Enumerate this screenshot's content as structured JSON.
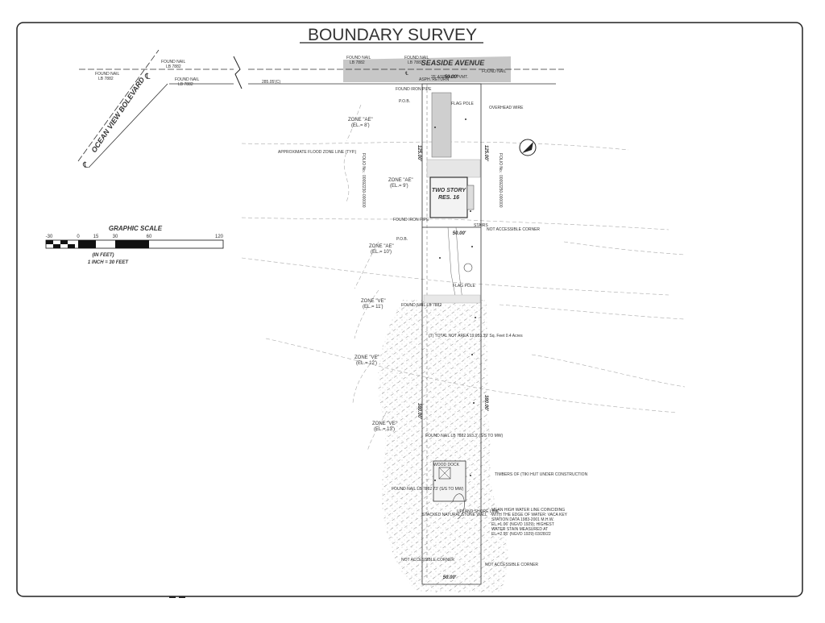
{
  "title": "BOUNDARY SURVEY",
  "streets": {
    "seaside": "SEASIDE AVENUE",
    "seaside_pavement": "25' ASPHALT PVMT.",
    "ocean_view": "OCEAN VIEW BOLEVARD",
    "centerline_symbol": "℄"
  },
  "found_nails": [
    {
      "line1": "FOUND NAIL",
      "line2": "LB 7882"
    },
    {
      "line1": "FOUND NAIL",
      "line2": "LB 7882"
    },
    {
      "line1": "FOUND NAIL",
      "line2": "LB 7882"
    },
    {
      "line1": "FOUND NAIL",
      "line2": "LB 7882"
    }
  ],
  "distance_road": "285.05'(C)",
  "scale": {
    "title": "GRAPHIC SCALE",
    "ticks": [
      "-30",
      "0",
      "15",
      "30",
      "60",
      "120"
    ],
    "units": "(IN FEET)",
    "ratio": "1 INCH = 30 FEET"
  },
  "zones": [
    {
      "name": "ZONE \"AE\"",
      "el": "(EL.= 8')"
    },
    {
      "name": "ZONE \"AE\"",
      "el": "(EL.= 9')"
    },
    {
      "name": "ZONE \"AE\"",
      "el": "(EL.= 10')"
    },
    {
      "name": "ZONE \"VE\"",
      "el": "(EL.= 11')"
    },
    {
      "name": "ZONE \"VE\"",
      "el": "(EL.= 12')"
    },
    {
      "name": "ZONE \"VE\"",
      "el": "(EL.= 13')"
    }
  ],
  "flood_line": "APPROXIMATE FLOOD ZONE LINE (TYP.)",
  "folio_left": "FOLIO No.: 00092230-000000",
  "folio_right": "FOLIO No.: 00092250-000000",
  "house": {
    "line1": "TWO STORY",
    "line2": "RES. 16"
  },
  "dims": {
    "top": "50.00'",
    "mid": "50.00'",
    "bottom": "50.00'",
    "side1": "125.00'",
    "side2": "125.00'",
    "side3": "380.00'",
    "side4": "380.00'"
  },
  "labels": {
    "found_iron_pipe": "FOUND IRON PIPE",
    "found_iron_pipe2": "FOUND IRON PIPE",
    "pob": "P.O.B.",
    "pob2": "P.O.B.",
    "overhead_wire": "OVERHEAD WIRE",
    "flag_pole": "FLAG POLE",
    "flag_pole2": "FLAG POLE",
    "stairs": "STAIRS",
    "not_accessible": "NOT ACCESSIBLE CORNER",
    "not_accessible2": "NOT ACCESSIBLE CORNER",
    "not_accessible3": "NOT ACCESSIBLE CORNER",
    "asphalt_return": "ASPH. RETURN",
    "wood_dock": "WOOD DOCK",
    "timbers": "TIMBERS OF (TIKI HUT UNDER CONSTRUCTION",
    "stacked_wall": "STACKED NATURAL STONE WALL",
    "upland_shore": "UPLAND SHORE LINE",
    "found_nail_lb": "FOUND NAIL LB 7882",
    "total_area": "(T) TOTAL NOT AREA 19,053.39' Sq. Feet 0.4 Acres",
    "mhwl": "MEAN HIGH WATER LINE COINCIDING WITH THE EDGE OF WATER: VACA KEY STATION DATA 1983-2001 M.H.W. EL.=1.06' (NGVD 1929); HIGHEST WATER STAIN MEASURED AT EL.=2.95' (NGVD 1929) 03/28/22",
    "found_nail_offset": "FOUND NAIL LB 7882 193.3' (S/S TO MW)",
    "found_nail_offset2": "FOUND NAIL LB 7882 73' (S/S TO MW)"
  }
}
